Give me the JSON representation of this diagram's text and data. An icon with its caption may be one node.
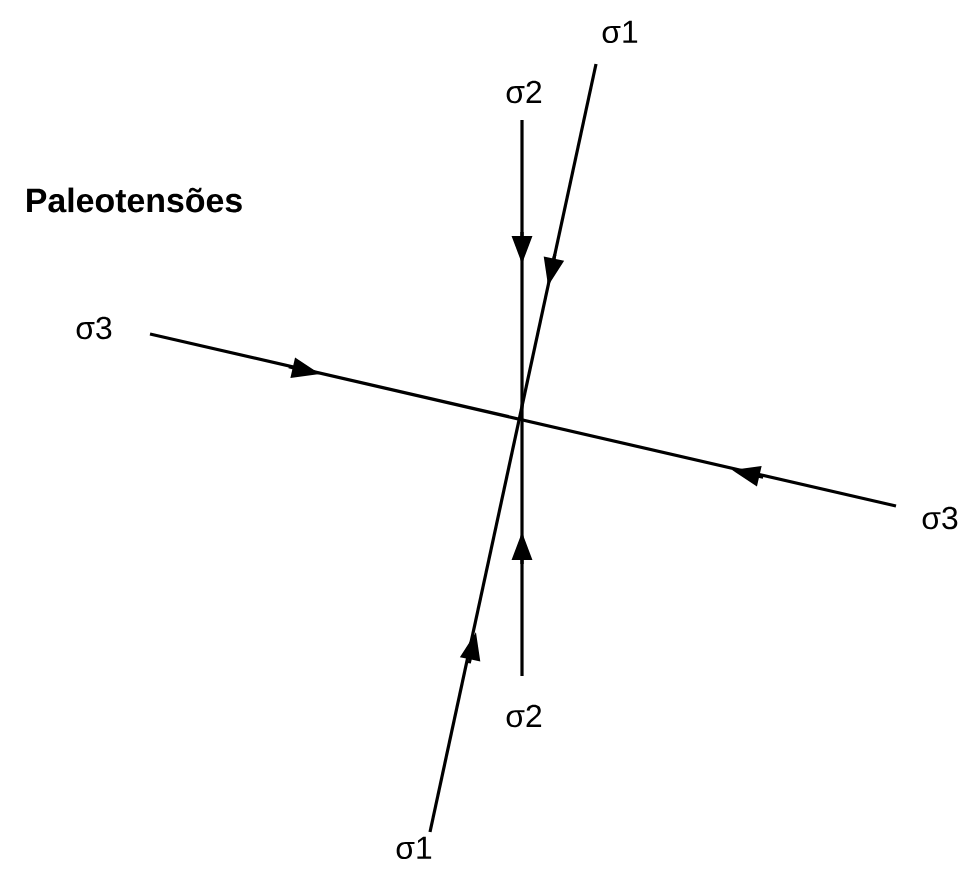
{
  "diagram": {
    "title": "Paleotensões",
    "labels": [
      "σ1",
      "σ2",
      "σ3",
      "σ3",
      "σ2",
      "σ1"
    ]
  }
}
